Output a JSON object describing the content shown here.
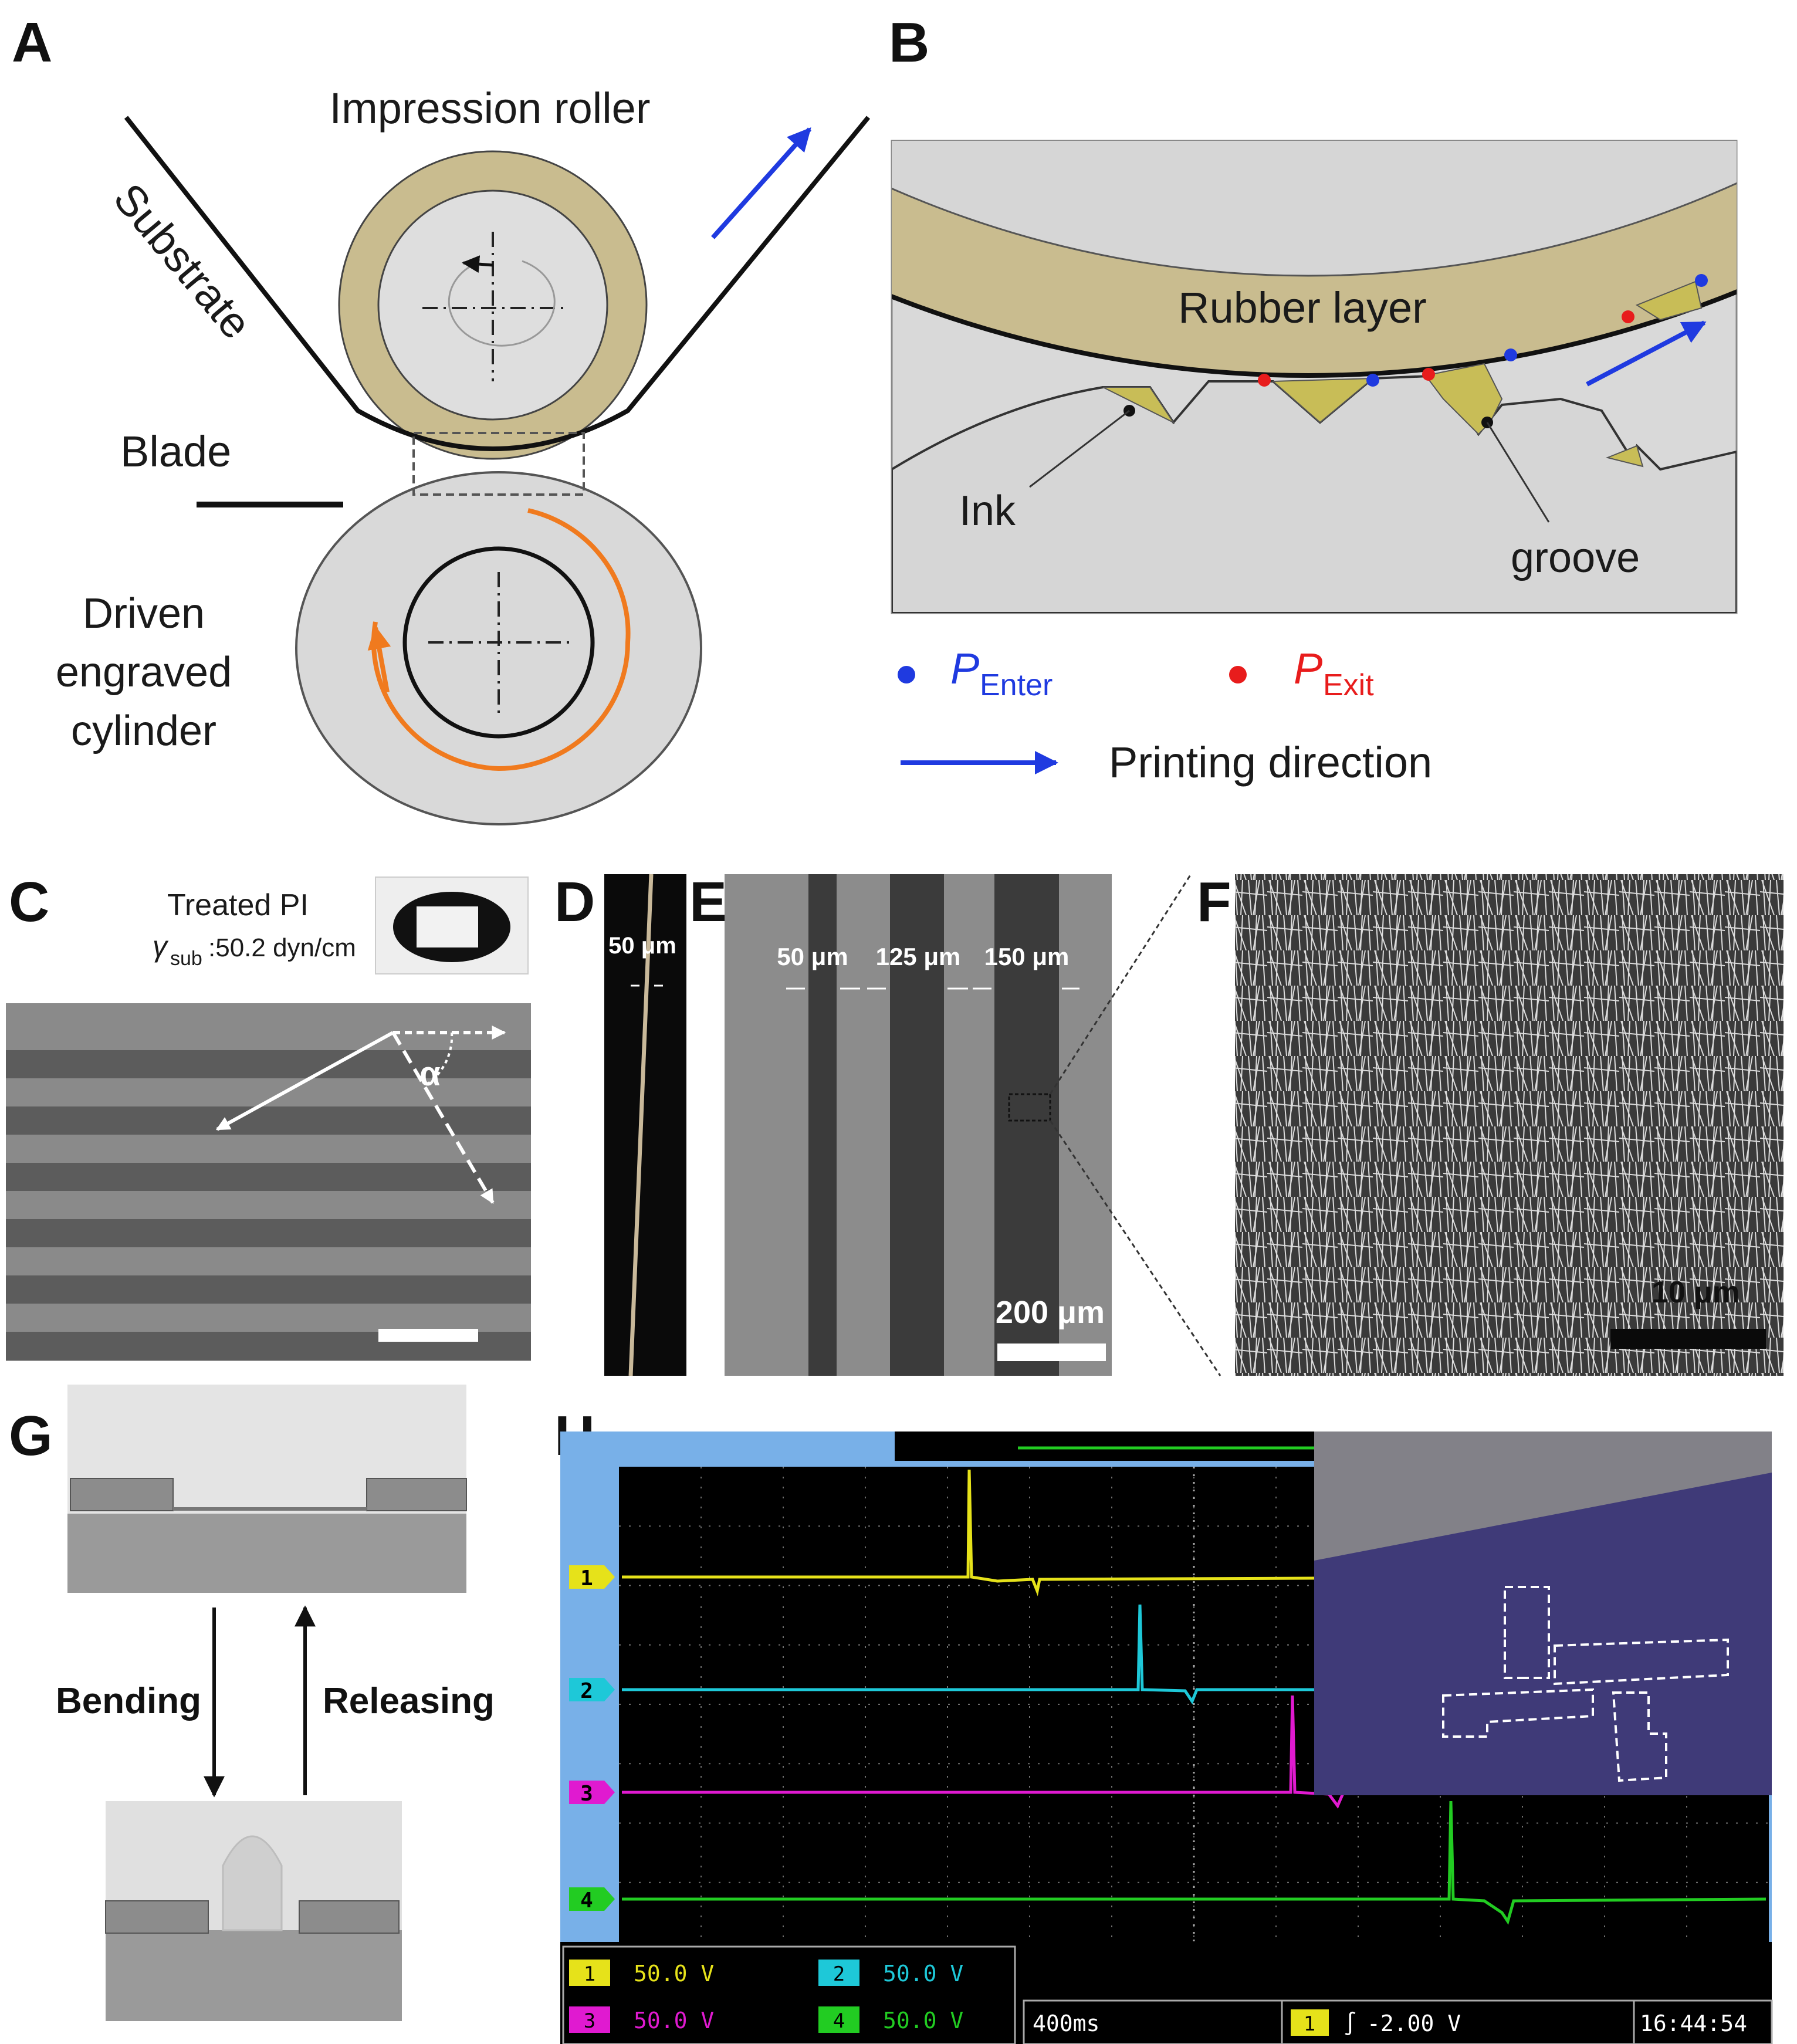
{
  "panels": {
    "A": "A",
    "B": "B",
    "C": "C",
    "D": "D",
    "E": "E",
    "F": "F",
    "G": "G",
    "H": "H"
  },
  "panel_a": {
    "impression_roller": "Impression roller",
    "substrate": "Substrate",
    "blade": "Blade",
    "cylinder_line1": "Driven",
    "cylinder_line2": "engraved",
    "cylinder_line3": "cylinder"
  },
  "panel_b": {
    "rubber_layer": "Rubber layer",
    "ink": "Ink",
    "groove": "groove",
    "legend_enter": "P",
    "legend_enter_sub": "Enter",
    "legend_exit": "P",
    "legend_exit_sub": "Exit",
    "legend_direction": "Printing direction",
    "colors": {
      "enter": "#1f3ae0",
      "exit": "#e81c1c",
      "arrow": "#1f3ae0",
      "rubber": "#c9bc8f",
      "ink": "#c8bd57"
    }
  },
  "panel_c": {
    "treated": "Treated PI",
    "gamma": "γ",
    "gamma_sub": "sub",
    "gamma_value": ":50.2 dyn/cm",
    "alpha": "α"
  },
  "panel_d": {
    "width": "50 μm"
  },
  "panel_e": {
    "w1": "50 μm",
    "w2": "125 μm",
    "w3": "150 μm",
    "scale": "200 μm"
  },
  "panel_f": {
    "scale": "10 μm"
  },
  "panel_g": {
    "bending": "Bending",
    "releasing": "Releasing"
  },
  "panel_h": {
    "channels": [
      "1",
      "2",
      "3",
      "4"
    ],
    "ch1_scale": "50.0 V",
    "ch2_scale": "50.0 V",
    "ch3_scale": "50.0 V",
    "ch4_scale": "50.0 V",
    "timebase": "400ms",
    "trigger": "-2.00 V",
    "trigger_ch": "1",
    "clock": "16:44:54",
    "colors": {
      "ch1": "#e6e21a",
      "ch2": "#1ec8d8",
      "ch3": "#e01ad0",
      "ch4": "#22cc22"
    }
  }
}
